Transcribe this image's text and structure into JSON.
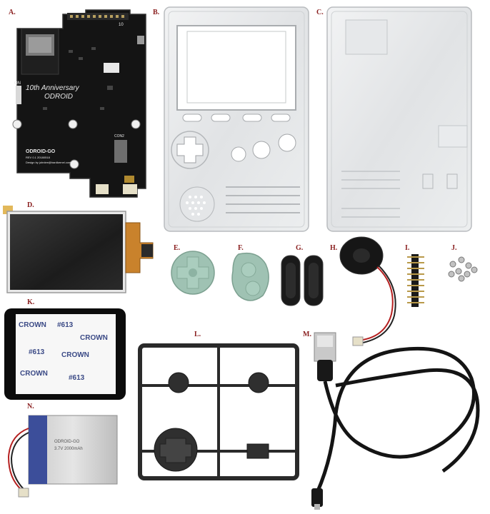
{
  "parts": [
    {
      "letter": "A.",
      "name": "ODROID-GO mainboard",
      "silkscreen": [
        "10th Anniversary",
        "ODROID",
        "ODROID-GO",
        "REV 0.1 20180518",
        "Design by johnlee@hardkernel.com",
        "ON",
        "10",
        "CON2"
      ]
    },
    {
      "letter": "B.",
      "name": "front case"
    },
    {
      "letter": "C.",
      "name": "back case"
    },
    {
      "letter": "D.",
      "name": "LCD display"
    },
    {
      "letter": "E.",
      "name": "d-pad rubber pad"
    },
    {
      "letter": "F.",
      "name": "A/B button rubber pad"
    },
    {
      "letter": "G.",
      "name": "menu button rubber pads"
    },
    {
      "letter": "H.",
      "name": "speaker"
    },
    {
      "letter": "I.",
      "name": "pin header"
    },
    {
      "letter": "J.",
      "name": "screws"
    },
    {
      "letter": "K.",
      "name": "screen protector tape",
      "text": [
        "CROWN",
        "#613"
      ]
    },
    {
      "letter": "L.",
      "name": "button sprue"
    },
    {
      "letter": "M.",
      "name": "micro USB cable"
    },
    {
      "letter": "N.",
      "name": "battery",
      "text": [
        "ODROID-GO",
        "3.7V 2000mAh"
      ]
    }
  ]
}
